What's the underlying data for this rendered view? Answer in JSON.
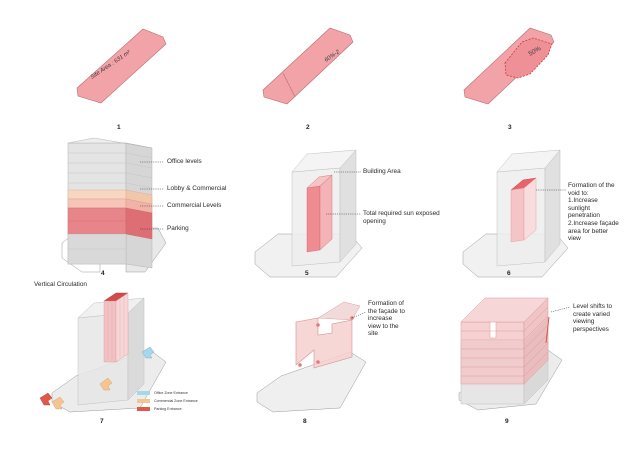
{
  "colors": {
    "pink": "#f2a3a8",
    "pink_light": "#f6cfcf",
    "red": "#e0787c",
    "dark_red": "#c93a3a",
    "peach": "#f7d3b8",
    "blue": "#a8d6ea",
    "orange": "#f4c592",
    "grey": "#d6d6d6",
    "grey_dark": "#bdbdbd"
  },
  "panels": {
    "p1": {
      "number": "1",
      "site_label": "Site Area : 631 m²"
    },
    "p2": {
      "number": "2",
      "site_label": "60%-2"
    },
    "p3": {
      "number": "3",
      "site_label": "50%"
    },
    "p4": {
      "number": "4",
      "labels": [
        "Office levels",
        "Lobby & Commercial",
        "Commercial Levels",
        "Parking"
      ]
    },
    "p5": {
      "number": "5",
      "labels": [
        "Building Area",
        "Total required sun exposed opening"
      ]
    },
    "p6": {
      "number": "6",
      "annotation": "Formation of the void to: 1.Increase sunlight penetration 2.Increase façade area for better view"
    },
    "p7": {
      "number": "7",
      "title": "Vertical Circulation",
      "legend": [
        {
          "label": "Office Zone Entrance",
          "color": "#a8d6ea"
        },
        {
          "label": "Commercial Zone Entrance",
          "color": "#f4c592"
        },
        {
          "label": "Parking Entrance",
          "color": "#e05a4a"
        }
      ]
    },
    "p8": {
      "number": "8",
      "annotation": "Formation of the façade to increase view to the site"
    },
    "p9": {
      "number": "9",
      "annotation": "Level shifts to create varied viewing perspectives"
    }
  }
}
